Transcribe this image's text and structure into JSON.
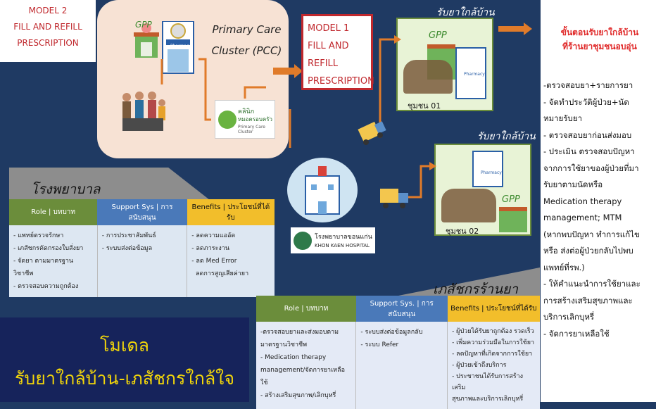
{
  "model2": {
    "line1": "MODEL 2",
    "line2": "FILL AND REFILL",
    "line3": "PRESCRIPTION"
  },
  "pcc": {
    "line1": "Primary Care",
    "line2": "Cluster (PCC)",
    "gpp": "GPP",
    "pharmacy": "Pharmacy",
    "clinic_th": "คลินิก",
    "clinic_th2": "หมอครอบครัว",
    "clinic_en": "Primary Care Cluster"
  },
  "model1": {
    "line1": "MODEL 1",
    "line2": "FILL AND",
    "line3": "REFILL",
    "line4": "PRESCRIPTION"
  },
  "communities": [
    {
      "deliver": "รับยาใกล้บ้าน",
      "gpp": "GPP",
      "pharmacy": "Pharmacy",
      "label": "ชุมชน 01"
    },
    {
      "deliver": "รับยาใกล้บ้าน",
      "gpp": "GPP",
      "pharmacy": "Pharmacy",
      "label": "ชุมชน 02"
    }
  ],
  "hospital": {
    "section": "โรงพยาบาล",
    "name_th": "โรงพยาบาลขอนแก่น",
    "name_en": "KHON KAEN HOSPITAL"
  },
  "pharmacist_section": "เภสัชกรร้านยา",
  "hospital_table": {
    "headers": [
      "Role | บทบาท",
      "Support Sys | การสนับสนุน",
      "Benefits | ประโยชน์ที่ได้รับ"
    ],
    "role": [
      "- แพทย์ตรวจรักษา",
      "- เภสัชกรคัดกรองใบสั่งยา",
      "- จัดยา ตามมาตรฐานวิชาชีพ",
      "- ตรวจสอบความถูกต้อง"
    ],
    "support": [
      "- การประชาสัมพันธ์",
      "- ระบบส่งต่อข้อมูล"
    ],
    "benefits": [
      "- ลดความแออัด",
      "- ลดภาระงาน",
      "- ลด Med Error",
      "  ลดการสูญเสียค่ายา"
    ]
  },
  "pharmacy_table": {
    "headers": [
      "Role | บทบาท",
      "Support Sys. | การสนับสนุน",
      "Benefits | ประโยชน์ที่ได้รับ"
    ],
    "role": [
      "-ตรวจสอบยาและส่งมอบตาม",
      "มาตรฐานวิชาชีพ",
      "- Medication therapy",
      "management/จัดการยาเหลือใช้",
      "- สร้างเสริมสุขภาพ/เลิกบุหรี่"
    ],
    "support": [
      "- ระบบส่งต่อข้อมูลกลับ",
      "- ระบบ Refer"
    ],
    "benefits": [
      "- ผู้ป่วยได้รับยาถูกต้อง รวดเร็ว",
      "- เพิ่มความร่วมมือในการใช้ยา",
      "- ลดปัญหาที่เกิดจากการใช้ยา",
      "- ผู้ป่วยเข้าถึงบริการ",
      "- ประชาชนได้รับการสร้างเสริม",
      "สุขภาพและบริการเลิกบุหรี่"
    ]
  },
  "bottom_title": {
    "line1": "โมเดล",
    "line2": "รับยาใกล้บ้าน-เภสัชกรใกล้ใจ"
  },
  "right_panel": {
    "heading1": "ขั้นตอนรับยาใกล้บ้าน",
    "heading2": "ที่ร้านยาชุมชนอบอุ่น",
    "steps": [
      "-ตรวจสอบยา+รายการยา",
      "- จัดทำประวัติผู้ป่วย+นัด\nหมายรับยา",
      "- ตรวจสอบยาก่อนส่งมอบ",
      "- ประเมิน ตรวจสอบปัญหา\nจากการใช้ยาของผู้ป่วยที่มา\nรับยาตามนัดหรือ\nMedication therapy\nmanagement; MTM\n(หากพบปัญหา ทำการแก้ไข\nหรือ ส่งต่อผู้ป่วยกลับไปพบ\nแพทย์ที่รพ.)",
      "- ให้คำแนะนำการใช้ยาและ\nการสร้างเสริมสุขภาพและ\nบริการเลิกบุหรี่",
      "- จัดการยาเหลือใช้"
    ]
  },
  "colors": {
    "background": "#1f3a63",
    "accent_red": "#c0282d",
    "orange": "#e07b2a",
    "title_yellow": "#f2d60a"
  }
}
